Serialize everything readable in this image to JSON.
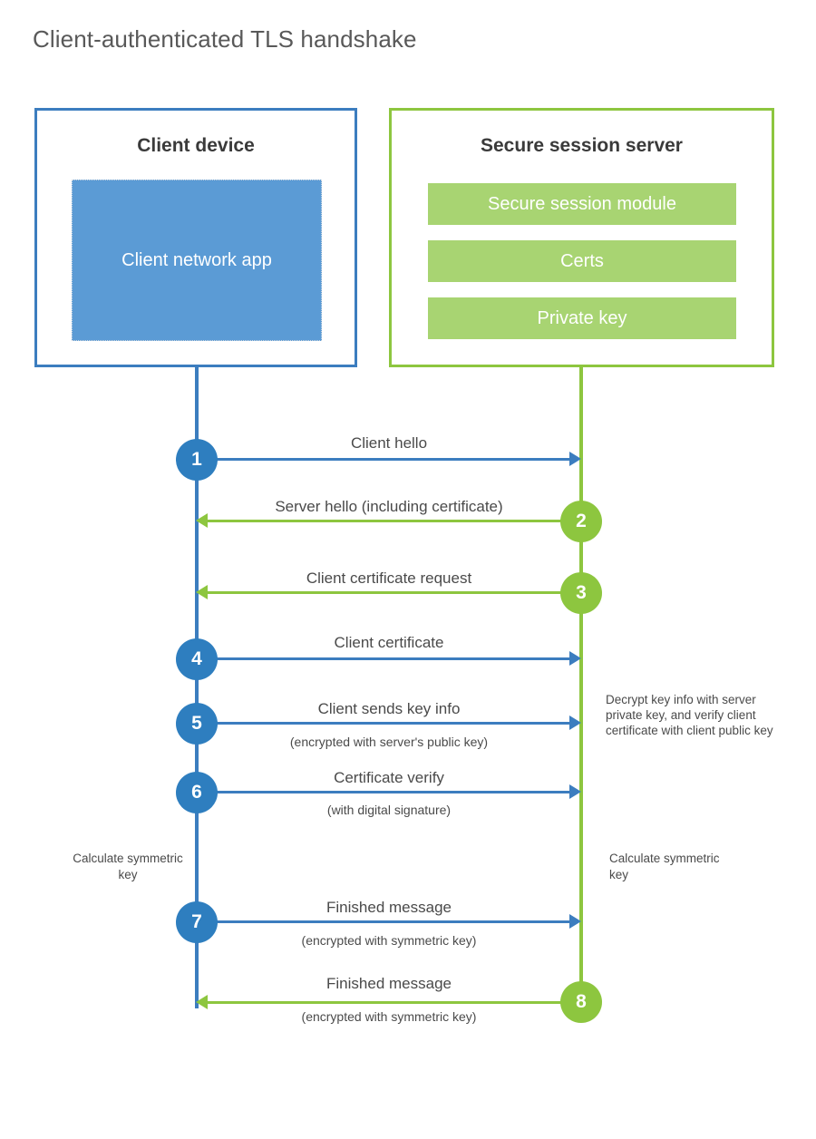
{
  "title": "Client-authenticated TLS handshake",
  "colors": {
    "client_blue": "#3C7DBF",
    "client_circle_blue": "#2E7EBF",
    "client_app_fill": "#5B9BD5",
    "server_green": "#8DC63F",
    "server_bar_fill": "#A8D472",
    "title_gray": "#595959",
    "text_gray": "#4A4A4A",
    "heading_gray": "#3A3A3A"
  },
  "client": {
    "title": "Client device",
    "app_label": "Client network app"
  },
  "server": {
    "title": "Secure session server",
    "components": [
      "Secure session module",
      "Certs",
      "Private key"
    ]
  },
  "steps": [
    {
      "number": "1",
      "label": "Client hello",
      "sublabel": "",
      "direction": "client-to-server",
      "side": "client"
    },
    {
      "number": "2",
      "label": "Server hello (including certificate)",
      "sublabel": "",
      "direction": "server-to-client",
      "side": "server"
    },
    {
      "number": "3",
      "label": "Client certificate request",
      "sublabel": "",
      "direction": "server-to-client",
      "side": "server"
    },
    {
      "number": "4",
      "label": "Client certificate",
      "sublabel": "",
      "direction": "client-to-server",
      "side": "client"
    },
    {
      "number": "5",
      "label": "Client sends key info",
      "sublabel": "(encrypted with server's public key)",
      "direction": "client-to-server",
      "side": "client"
    },
    {
      "number": "6",
      "label": "Certificate verify",
      "sublabel": "(with digital signature)",
      "direction": "client-to-server",
      "side": "client"
    },
    {
      "number": "7",
      "label": "Finished message",
      "sublabel": "(encrypted with symmetric key)",
      "direction": "client-to-server",
      "side": "client"
    },
    {
      "number": "8",
      "label": "Finished message",
      "sublabel": "(encrypted with symmetric key)",
      "direction": "server-to-client",
      "side": "server"
    }
  ],
  "notes": {
    "decrypt": "Decrypt key info with server private key, and verify client certificate with client public key",
    "calculate_client": "Calculate symmetric key",
    "calculate_server": "Calculate symmetric key"
  }
}
